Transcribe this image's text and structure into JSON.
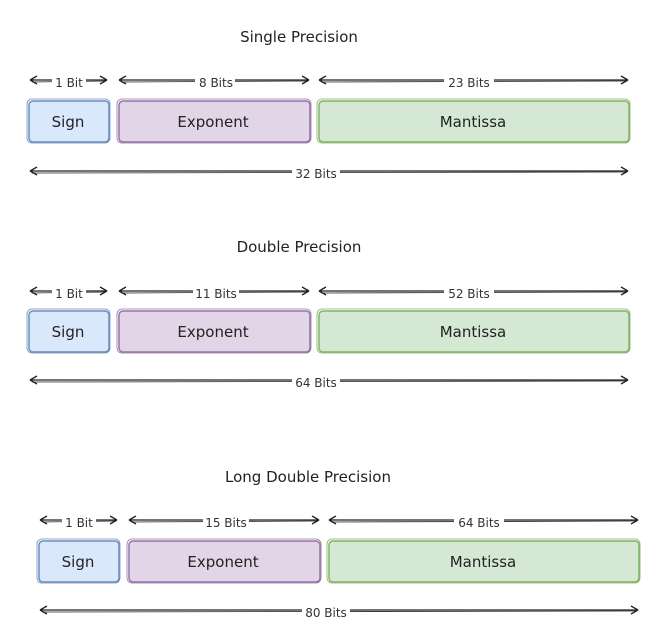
{
  "sections": [
    {
      "title": "Single Precision",
      "fields": [
        {
          "label": "Sign",
          "bits_label": "1 Bit",
          "fill": "#dae8fc",
          "stroke": "#6c8ebf"
        },
        {
          "label": "Exponent",
          "bits_label": "8 Bits",
          "fill": "#e1d5e7",
          "stroke": "#9673a6"
        },
        {
          "label": "Mantissa",
          "bits_label": "23 Bits",
          "fill": "#d5e8d4",
          "stroke": "#82b366"
        }
      ],
      "total_label": "32 Bits"
    },
    {
      "title": "Double Precision",
      "fields": [
        {
          "label": "Sign",
          "bits_label": "1 Bit",
          "fill": "#dae8fc",
          "stroke": "#6c8ebf"
        },
        {
          "label": "Exponent",
          "bits_label": "11 Bits",
          "fill": "#e1d5e7",
          "stroke": "#9673a6"
        },
        {
          "label": "Mantissa",
          "bits_label": "52 Bits",
          "fill": "#d5e8d4",
          "stroke": "#82b366"
        }
      ],
      "total_label": "64 Bits"
    },
    {
      "title": "Long Double Precision",
      "fields": [
        {
          "label": "Sign",
          "bits_label": "1 Bit",
          "fill": "#dae8fc",
          "stroke": "#6c8ebf"
        },
        {
          "label": "Exponent",
          "bits_label": "15 Bits",
          "fill": "#e1d5e7",
          "stroke": "#9673a6"
        },
        {
          "label": "Mantissa",
          "bits_label": "64 Bits",
          "fill": "#d5e8d4",
          "stroke": "#82b366"
        }
      ],
      "total_label": "80 Bits"
    }
  ]
}
